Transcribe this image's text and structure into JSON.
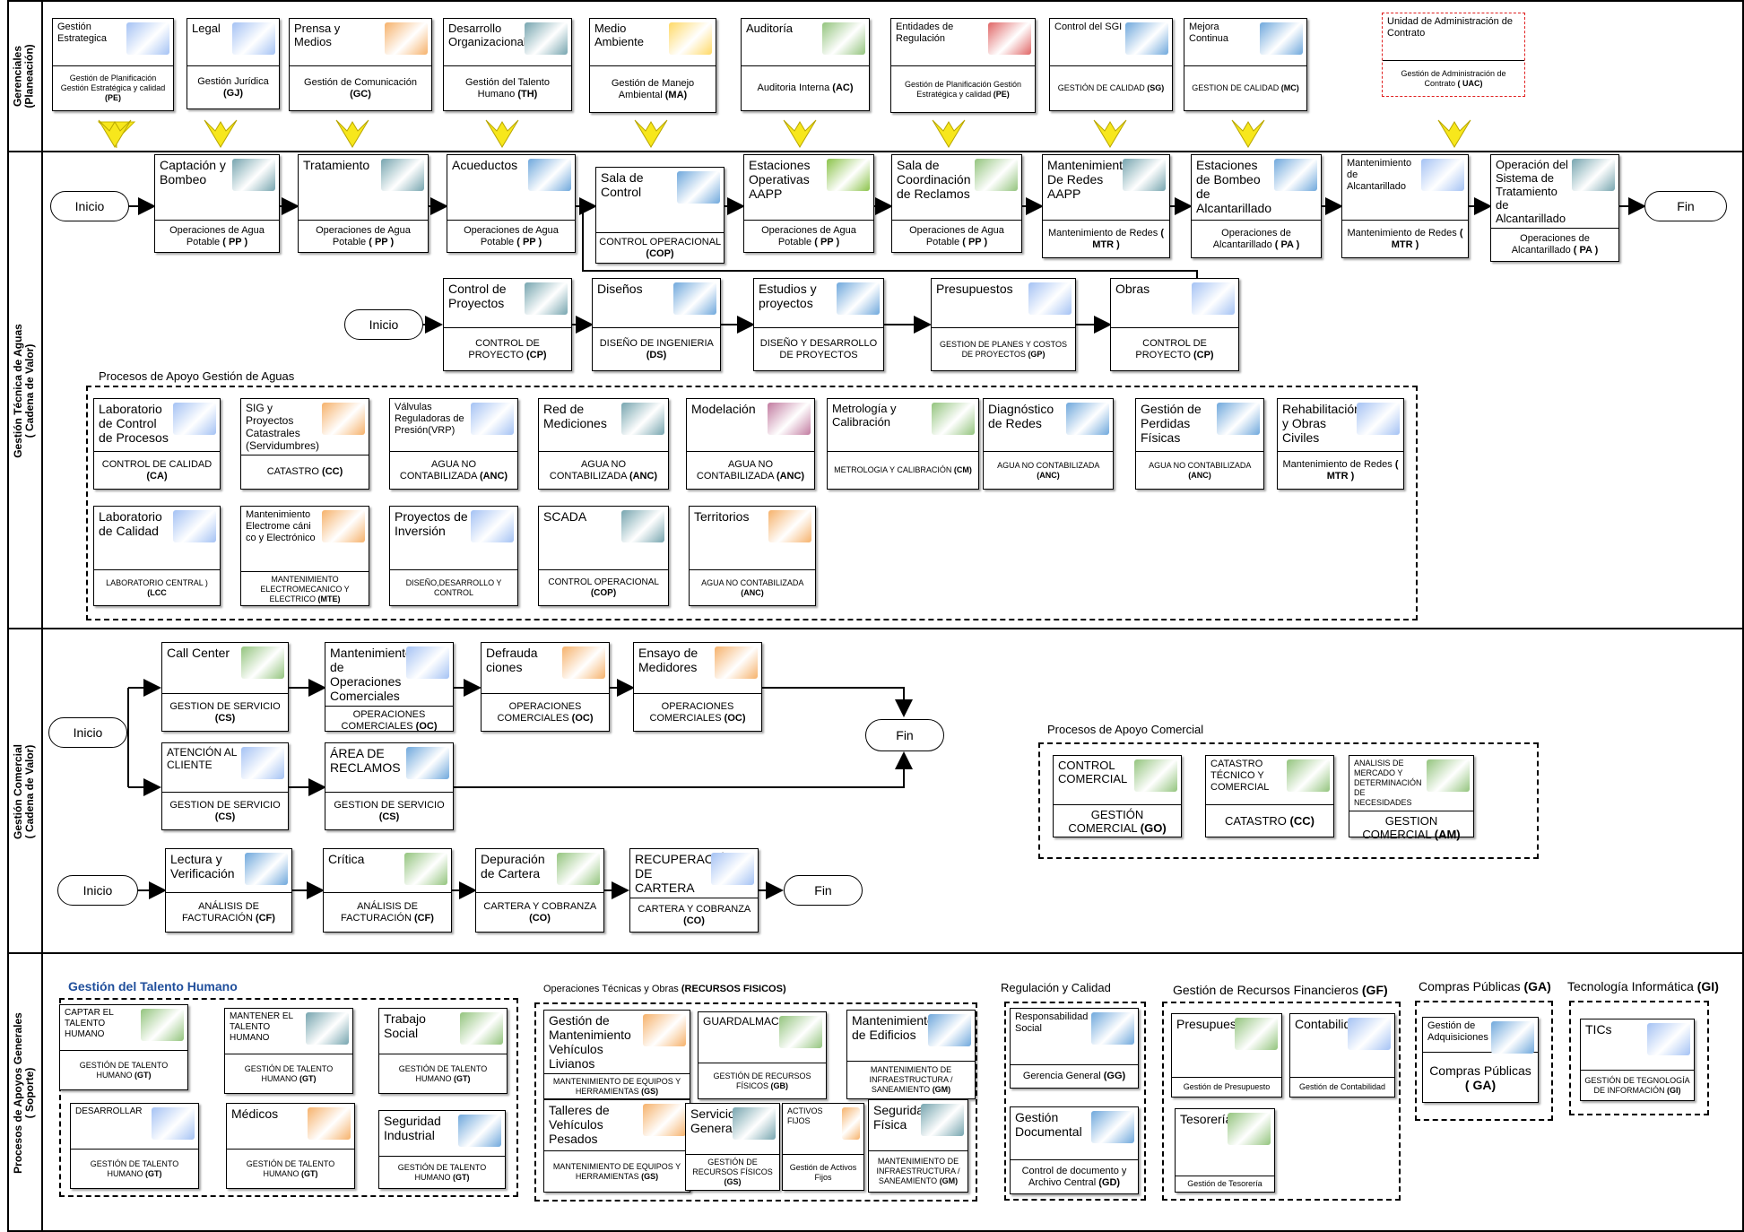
{
  "bands": {
    "gerenciales": "Gerenciales\n(Planeación)",
    "tecnica": "Gestión Técnica de Aguas\n( Cadena de Valor)",
    "comercial": "Gestión Comercial\n( Cadena de Valor)",
    "apoyo": "Procesos de Apoyos Generales\n( Soporte)"
  },
  "gerenciales": [
    {
      "t": "Gestión Estrategica",
      "b": "Gestión de Planificación Gestión Estratégica y calidad",
      "c": "(PE)"
    },
    {
      "t": "Legal",
      "b": "Gestión Jurídica",
      "c": "(GJ)"
    },
    {
      "t": "Prensa y Medios",
      "b": "Gestión de Comunicación",
      "c": "(GC)"
    },
    {
      "t": "Desarrollo Organizacional",
      "b": "Gestión del Talento Humano",
      "c": "(TH)"
    },
    {
      "t": "Medio Ambiente",
      "b": "Gestión de Manejo Ambiental",
      "c": "(MA)"
    },
    {
      "t": "Auditoría",
      "b": "Auditoria Interna",
      "c": "(AC)"
    },
    {
      "t": "Entidades de Regulación",
      "b": "Gestión de Planificación Gestión Estratégica y calidad",
      "c": "(PE)"
    },
    {
      "t": "Control del SGI",
      "b": "GESTIÓN DE CALIDAD",
      "c": "(SG)"
    },
    {
      "t": "Mejora Continua",
      "b": "GESTION DE CALIDAD",
      "c": "(MC)"
    },
    {
      "t": "Unidad de Administración de Contrato",
      "b": "Gestión de Administración de Contrato",
      "c": "( UAC)"
    }
  ],
  "flow1": [
    {
      "t": "Captación y Bombeo",
      "b": "Operaciones de Agua Potable",
      "c": "( PP )"
    },
    {
      "t": "Tratamiento",
      "b": "Operaciones de Agua Potable",
      "c": "( PP )"
    },
    {
      "t": "Acueductos",
      "b": "Operaciones de Agua Potable",
      "c": "( PP )"
    },
    {
      "t": "Sala de Control",
      "b": "CONTROL OPERACIONAL",
      "c": "(COP)"
    },
    {
      "t": "Estaciones Operativas AAPP",
      "b": "Operaciones de Agua Potable",
      "c": "( PP )"
    },
    {
      "t": "Sala de Coordinación de Reclamos",
      "b": "Operaciones de Agua Potable",
      "c": "( PP )"
    },
    {
      "t": "Mantenimiento De Redes AAPP",
      "b": "Mantenimiento de Redes",
      "c": "( MTR )"
    },
    {
      "t": "Estaciones de Bombeo de Alcantarillado",
      "b": "Operaciones de Alcantarillado",
      "c": "( PA )"
    },
    {
      "t": "Mantenimiento de Alcantarillado",
      "b": "Mantenimiento de Redes",
      "c": "( MTR )"
    },
    {
      "t": "Operación del Sistema de Tratamiento de Alcantarillado",
      "b": "Operaciones de Alcantarillado",
      "c": "( PA )"
    }
  ],
  "flow2": [
    {
      "t": "Control de Proyectos",
      "b": "CONTROL DE PROYECTO",
      "c": "(CP)"
    },
    {
      "t": "Diseños",
      "b": "DISEÑO DE INGENIERIA",
      "c": "(DS)"
    },
    {
      "t": "Estudios y proyectos",
      "b": "DISEÑO Y DESARROLLO DE PROYECTOS",
      "c": ""
    },
    {
      "t": "Presupuestos",
      "b": "GESTION DE PLANES Y COSTOS DE PROYECTOS",
      "c": "(GP)"
    },
    {
      "t": "Obras",
      "b": "CONTROL DE PROYECTO",
      "c": "(CP)"
    }
  ],
  "apoyo_aguas": {
    "title": "Procesos de Apoyo Gestión de Aguas",
    "items": [
      {
        "t": "Laboratorio de Control de Procesos",
        "b": "CONTROL DE CALIDAD",
        "c": "(CA)"
      },
      {
        "t": "SIG y Proyectos Catastrales (Servidumbres)",
        "b": "CATASTRO",
        "c": "(CC)"
      },
      {
        "t": "Válvulas Reguladoras de Presión(VRP)",
        "b": "AGUA NO CONTABILIZADA",
        "c": "(ANC)"
      },
      {
        "t": "Red de Mediciones",
        "b": "AGUA NO CONTABILIZADA",
        "c": "(ANC)"
      },
      {
        "t": "Modelación",
        "b": "AGUA NO CONTABILIZADA",
        "c": "(ANC)"
      },
      {
        "t": "Metrología y Calibración",
        "b": "METROLOGIA Y CALIBRACIÓN",
        "c": "(CM)"
      },
      {
        "t": "Diagnóstico de Redes",
        "b": "AGUA NO CONTABILIZADA",
        "c": "(ANC)"
      },
      {
        "t": "Gestión de Perdidas Físicas",
        "b": "AGUA NO CONTABILIZADA",
        "c": "(ANC)"
      },
      {
        "t": "Rehabilitación y Obras Civiles",
        "b": "Mantenimiento de Redes",
        "c": "( MTR )"
      },
      {
        "t": "Laboratorio de Calidad",
        "b": "LABORATORIO CENTRAL )",
        "c": "(LCC"
      },
      {
        "t": "Mantenimiento Electrome cáni co y Electrónico",
        "b": "MANTENIMIENTO ELECTROMECANICO Y ELECTRICO",
        "c": "(MTE)"
      },
      {
        "t": "Proyectos de Inversión",
        "b": "DISEÑO,DESARROLLO Y CONTROL",
        "c": ""
      },
      {
        "t": "SCADA",
        "b": "CONTROL OPERACIONAL",
        "c": "(COP)"
      },
      {
        "t": "Territorios",
        "b": "AGUA NO CONTABILIZADA",
        "c": "(ANC)"
      }
    ]
  },
  "comercial": [
    {
      "t": "Call Center",
      "b": "GESTION DE SERVICIO",
      "c": "(CS)"
    },
    {
      "t": "Mantenimiento de Operaciones Comerciales",
      "b": "OPERACIONES COMERCIALES",
      "c": "(OC)"
    },
    {
      "t": "Defrauda ciones",
      "b": "OPERACIONES COMERCIALES",
      "c": "(OC)"
    },
    {
      "t": "Ensayo de Medidores",
      "b": "OPERACIONES COMERCIALES",
      "c": "(OC)"
    },
    {
      "t": "ATENCIÓN AL CLIENTE",
      "b": "GESTION DE SERVICIO",
      "c": "(CS)"
    },
    {
      "t": "ÁREA DE RECLAMOS",
      "b": "GESTION DE SERVICIO",
      "c": "(CS)"
    },
    {
      "t": "Lectura y Verificación",
      "b": "ANÁLISIS DE FACTURACIÓN",
      "c": "(CF)"
    },
    {
      "t": "Crítica",
      "b": "ANÁLISIS DE FACTURACIÓN",
      "c": "(CF)"
    },
    {
      "t": "Depuración de Cartera",
      "b": "CARTERA Y COBRANZA",
      "c": "(CO)"
    },
    {
      "t": "RECUPERACIÓN DE CARTERA",
      "b": "CARTERA Y COBRANZA",
      "c": "(CO)"
    }
  ],
  "apoyo_comercial": {
    "title": "Procesos de Apoyo Comercial",
    "items": [
      {
        "t": "CONTROL COMERCIAL",
        "b": "GESTIÓN COMERCIAL",
        "c": "(GO)"
      },
      {
        "t": "CATASTRO TÉCNICO Y COMERCIAL",
        "b": "CATASTRO",
        "c": "(CC)"
      },
      {
        "t": "ANALISIS DE MERCADO Y DETERMINACIÓN DE NECESIDADES",
        "b": "GESTION COMERCIAL",
        "c": "(AM)"
      }
    ]
  },
  "pills": {
    "inicio": "Inicio",
    "fin": "Fin"
  },
  "soporte": {
    "th_title": "Gestión del Talento Humano",
    "th": [
      {
        "t": "CAPTAR EL TALENTO HUMANO",
        "b": "GESTIÓN DE TALENTO HUMANO",
        "c": "(GT)"
      },
      {
        "t": "MANTENER EL TALENTO HUMANO",
        "b": "GESTIÓN DE TALENTO HUMANO",
        "c": "(GT)"
      },
      {
        "t": "Trabajo Social",
        "b": "GESTIÓN DE TALENTO HUMANO",
        "c": "(GT)"
      },
      {
        "t": "DESARROLLAR",
        "b": "GESTIÓN DE TALENTO HUMANO",
        "c": "(GT)"
      },
      {
        "t": "Médicos",
        "b": "GESTIÓN DE TALENTO HUMANO",
        "c": "(GT)"
      },
      {
        "t": "Seguridad Industrial",
        "b": "GESTIÓN DE TALENTO HUMANO",
        "c": "(GT)"
      }
    ],
    "rf_title": "Operaciones Técnicas y Obras",
    "rf_bold": "(RECURSOS FISICOS)",
    "rf": [
      {
        "t": "Gestión de Mantenimiento Vehículos Livianos",
        "b": "MANTENIMIENTO DE EQUIPOS Y HERRAMIENTAS",
        "c": "(GS)"
      },
      {
        "t": "GUARDALMACEN",
        "b": "GESTIÓN DE RECURSOS FÍSICOS",
        "c": "(GB)"
      },
      {
        "t": "Mantenimiento de Edificios",
        "b": "MANTENIMIENTO DE INFRAESTRUCTURA / SANEAMIENTO",
        "c": "(GM)"
      },
      {
        "t": "Talleres de Vehículos Pesados",
        "b": "MANTENIMIENTO DE EQUIPOS Y HERRAMIENTAS",
        "c": "(GS)"
      },
      {
        "t": "Servicios Generales",
        "b": "GESTIÓN DE RECURSOS FÍSICOS",
        "c": "(GS)"
      },
      {
        "t": "ACTIVOS FIJOS",
        "b": "Gestión de Activos Fijos",
        "c": ""
      },
      {
        "t": "Seguridad Física",
        "b": "MANTENIMIENTO DE INFRAESTRUCTURA / SANEAMIENTO",
        "c": "(GM)"
      }
    ],
    "rc_title": "Regulación y Calidad",
    "rc": [
      {
        "t": "Responsabilidad Social",
        "b": "Gerencia General",
        "c": "(GG)"
      },
      {
        "t": "Gestión Documental",
        "b": "Control de documento y Archivo Central",
        "c": "(GD)"
      }
    ],
    "gf_title": "Gestión de Recursos Financieros",
    "gf_bold": "(GF)",
    "gf": [
      {
        "t": "Presupuesto",
        "b": "Gestión de Presupuesto",
        "c": ""
      },
      {
        "t": "Contabilidad",
        "b": "Gestión de Contabilidad",
        "c": ""
      },
      {
        "t": "Tesorería",
        "b": "Gestión de Tesorería",
        "c": ""
      }
    ],
    "cp_title": "Compras Públicas",
    "cp_bold": "(GA)",
    "cp": [
      {
        "t": "Gestión de Adquisiciones",
        "b": "Compras Públicas",
        "c": "( GA)"
      }
    ],
    "ti_title": "Tecnología Informática",
    "ti_bold": "(GI)",
    "ti": [
      {
        "t": "TICs",
        "b": "GESTIÓN DE TEGNOLOGÍA DE INFORMACIÓN",
        "c": "(GI)"
      }
    ]
  },
  "colors": {
    "arrow_yellow": "#f7e71c",
    "dashed_red": "#e02020",
    "title_blue": "#1f4e9b"
  }
}
